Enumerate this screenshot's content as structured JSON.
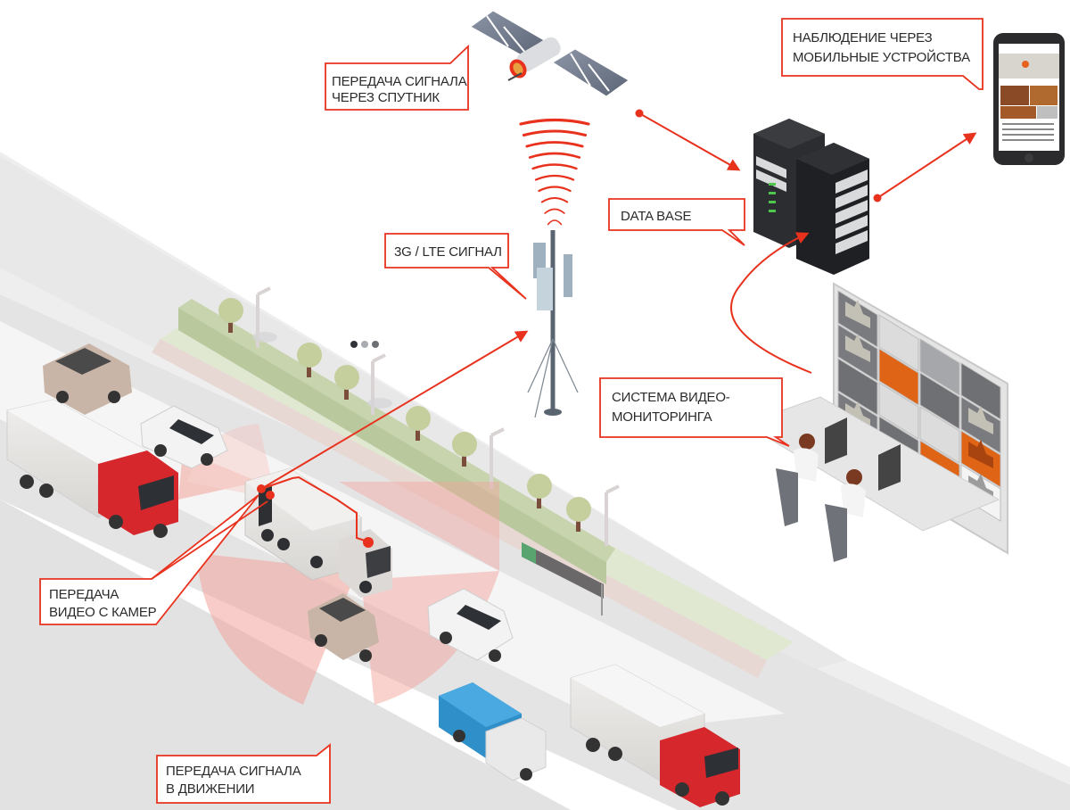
{
  "diagram": {
    "title": "Video surveillance data transmission scheme",
    "accent_color": "#e8321e",
    "callouts": {
      "satellite": [
        "ПЕРЕДАЧА СИГНАЛА",
        "ЧЕРЕЗ СПУТНИК"
      ],
      "mobile": [
        "НАБЛЮДЕНИЕ ЧЕРЕЗ",
        "МОБИЛЬНЫЕ УСТРОЙСТВА"
      ],
      "database": [
        "DATA BASE"
      ],
      "cell_signal": [
        "3G / LTE  СИГНАЛ"
      ],
      "monitoring": [
        "СИСТЕМА ВИДЕО-",
        "МОНИТОРИНГА"
      ],
      "camera_video": [
        "ПЕРЕДАЧА",
        "ВИДЕО С КАМЕР"
      ],
      "signal_in_motion": [
        "ПЕРЕДАЧА СИГНАЛА",
        "В ДВИЖЕНИИ"
      ]
    },
    "nodes": [
      {
        "id": "satellite",
        "label": "satellite"
      },
      {
        "id": "cell-tower",
        "label": "3G/LTE tower"
      },
      {
        "id": "server-racks",
        "label": "database servers"
      },
      {
        "id": "smartphone",
        "label": "mobile device"
      },
      {
        "id": "video-wall",
        "label": "monitoring center"
      },
      {
        "id": "truck-with-cameras",
        "label": "truck with cameras"
      }
    ],
    "video_wall_tiles": [
      "img",
      "light",
      "mid",
      "dark",
      "img",
      "orange",
      "dark",
      "img",
      "dark",
      "light",
      "light",
      "orange-img",
      "img",
      "dark",
      "orange",
      "white-img"
    ],
    "road_indicator_dots": [
      "#2f3338",
      "#a9acb0",
      "#6c7075"
    ]
  }
}
